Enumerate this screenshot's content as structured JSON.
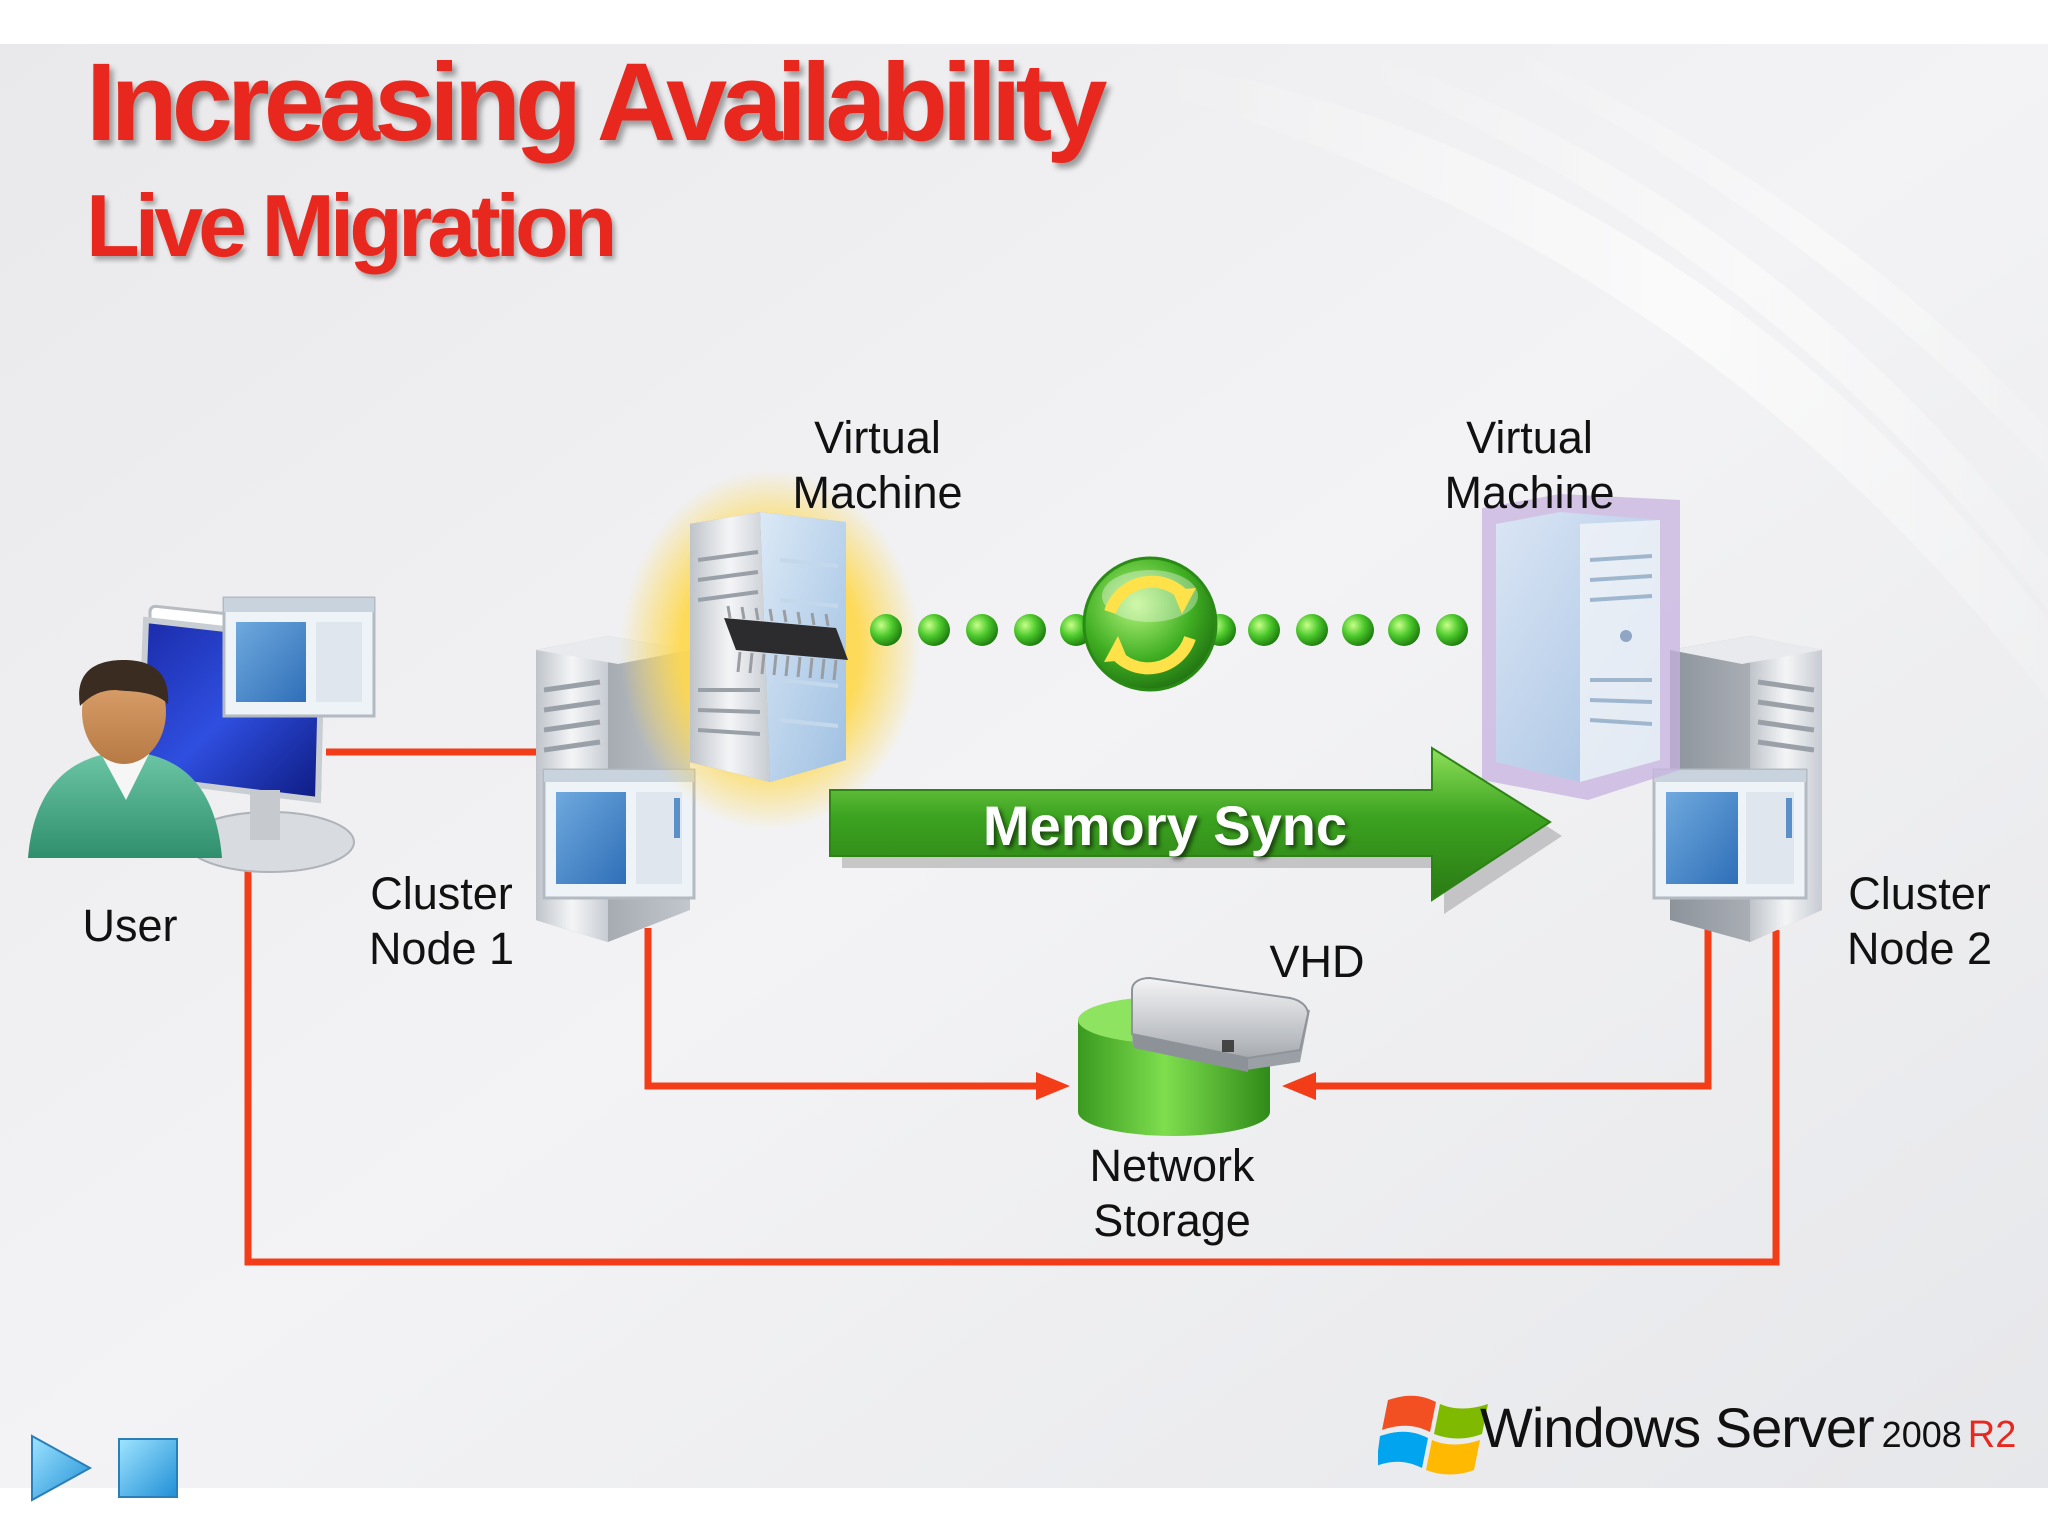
{
  "slide": {
    "title": "Increasing Availability",
    "subtitle": "Live Migration"
  },
  "labels": {
    "user": "User",
    "cluster_node_1": [
      "Cluster",
      "Node 1"
    ],
    "cluster_node_2": [
      "Cluster",
      "Node 2"
    ],
    "vm_left": [
      "Virtual",
      "Machine"
    ],
    "vm_right": [
      "Virtual",
      "Machine"
    ],
    "memory_sync": "Memory Sync",
    "vhd": "VHD",
    "network_storage": [
      "Network",
      "Storage"
    ]
  },
  "brand": {
    "name": "Windows Server",
    "version": "2008",
    "edition": "R2"
  },
  "colors": {
    "title_red": "#e8281e",
    "connector_red": "#f23d18",
    "memory_sync_green": "#3ca320",
    "vm_left_glow": "#ffd84a",
    "vm_right_frame": "#a07ec8",
    "storage_green": "#55c238"
  },
  "icons": [
    "user-with-monitor-icon",
    "server-icon",
    "memory-chip-icon",
    "sync-icon",
    "hard-drive-icon",
    "windows-flag-icon",
    "play-icon",
    "stop-icon"
  ]
}
